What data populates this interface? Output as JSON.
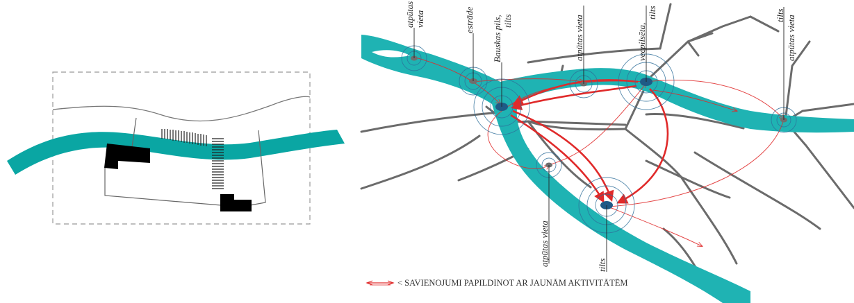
{
  "colors": {
    "river": "#1fb3b3",
    "river_left": "#0aa6a3",
    "road": "#6b6b6b",
    "connection": "#e02a2a",
    "node": "#1f5a86",
    "minor_node": "#6e6e6e",
    "building": "#000000"
  },
  "labels": {
    "atputas_vieta_1a": "atpūtas",
    "atputas_vieta_1b": "vieta",
    "estrade": "estrāde",
    "bauskas_pils_a": "Bauskas pils,",
    "bauskas_pils_b": "tilts",
    "atputas_vieta_2": "atpūtas vieta",
    "vecpilseta_a": "vecpilsēta,",
    "vecpilseta_b": "tilts",
    "tilts_3a": "tilts",
    "tilts_3b": "atpūtas vieta",
    "atputas_vieta_4": "atpūtas vieta",
    "tilts_4": "tilts"
  },
  "legend": {
    "text": "< SAVIENOJUMI PAPILDINOT AR JAUNĀM AKTIVITĀTĒM",
    "arrow_icon": "red-double-arrow-icon"
  }
}
